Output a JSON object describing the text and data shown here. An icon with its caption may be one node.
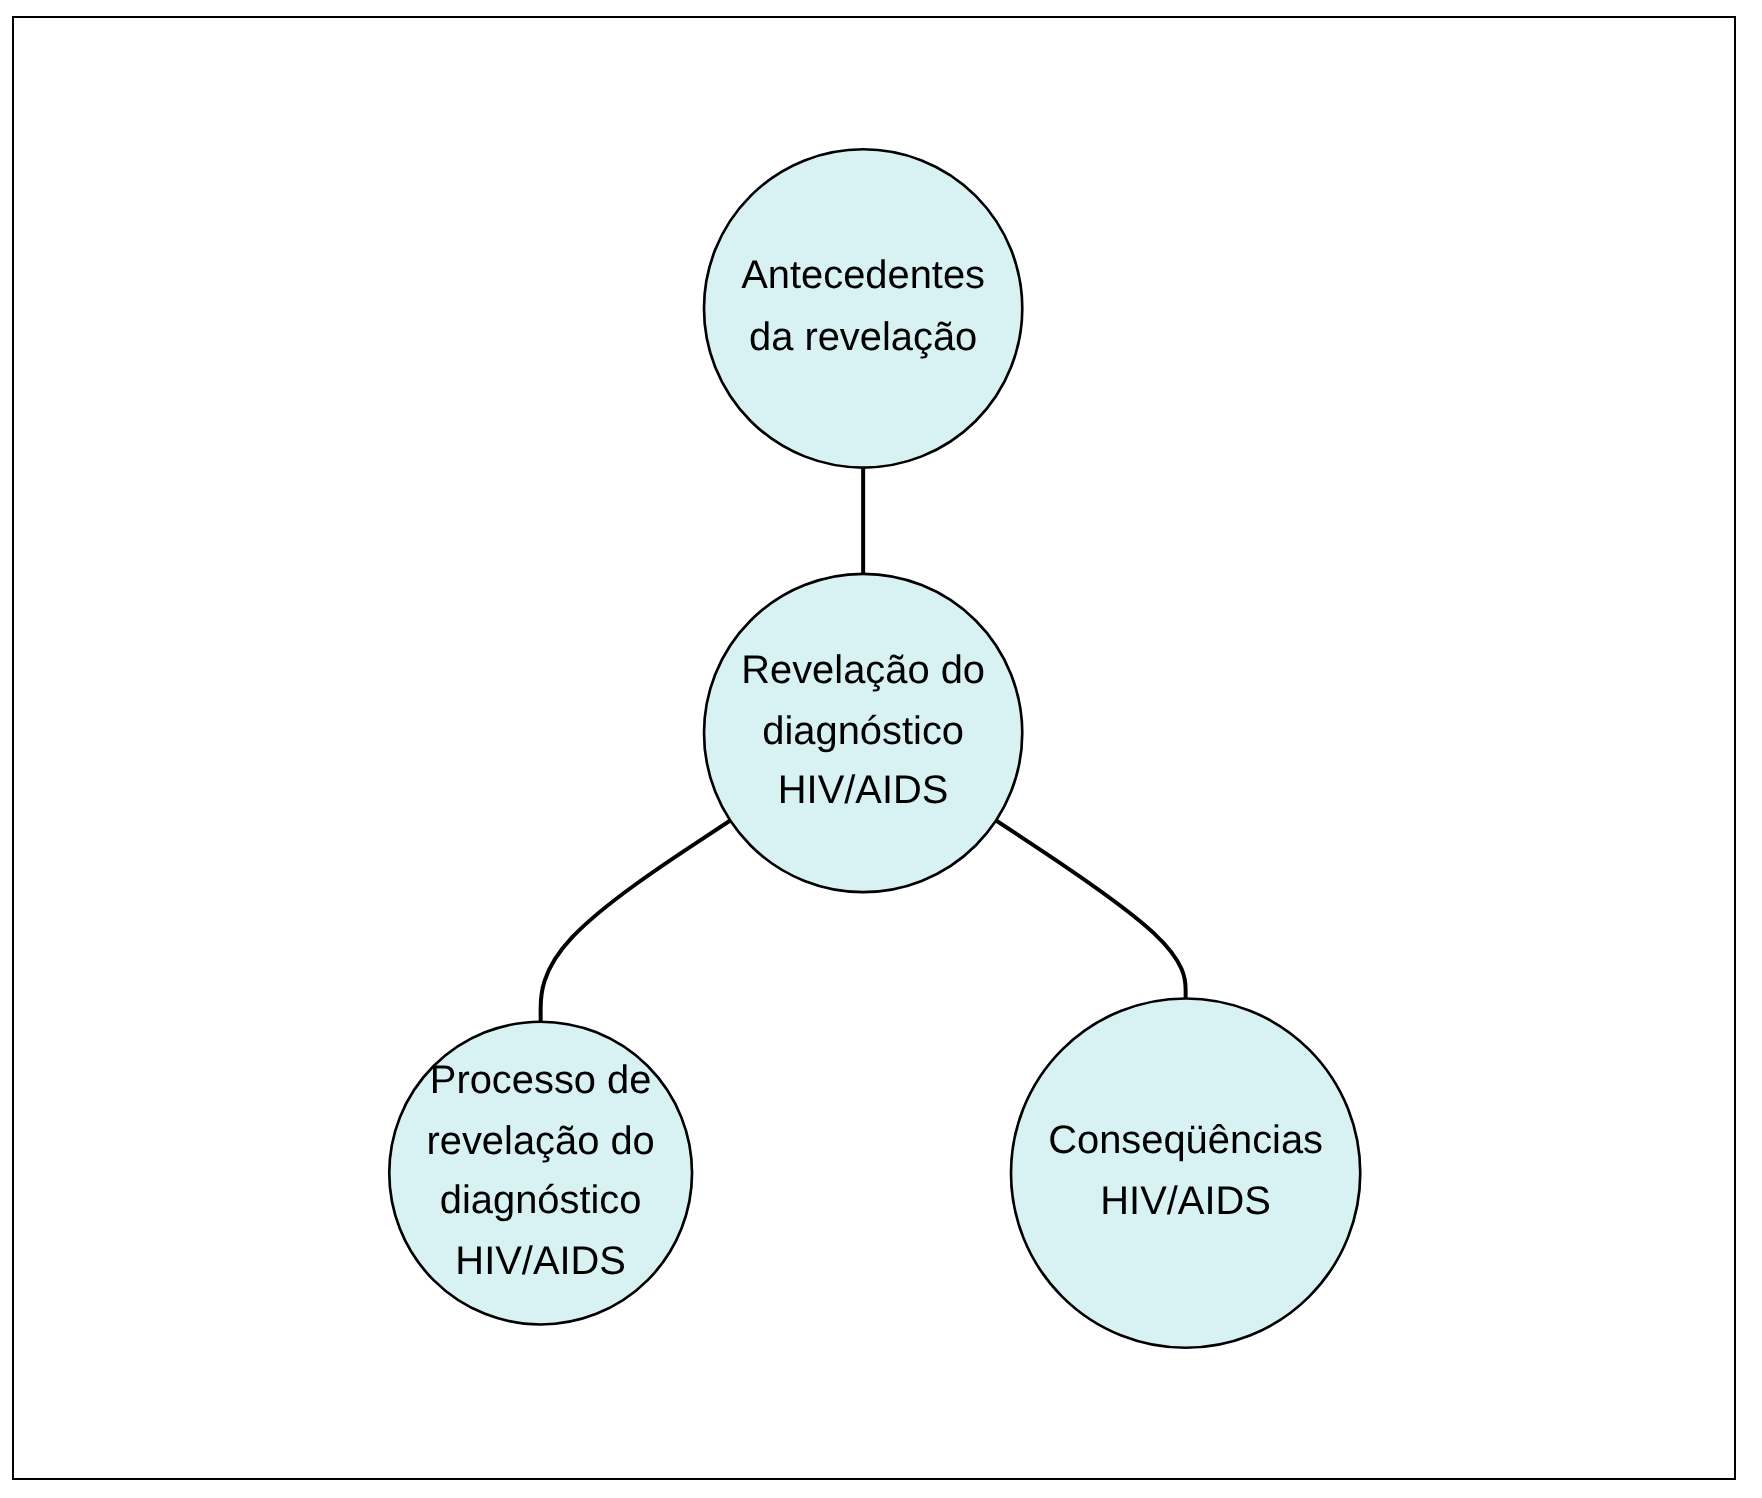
{
  "diagram": {
    "nodes": [
      {
        "text": [
          "Antecedentes da revelação"
        ]
      },
      {
        "text": [
          "Revelação do diagnóstico HIV/AIDS"
        ]
      },
      {
        "text": [
          "Processo de revelação do diagnóstico HIV/AIDS"
        ]
      },
      {
        "text": [
          "Conseqüências HIV/AIDS"
        ]
      }
    ],
    "edges": [
      {
        "from": 0,
        "to": 1,
        "arrow": "none"
      },
      {
        "from": 1,
        "to": 2,
        "arrow": "none"
      },
      {
        "from": 1,
        "to": 3,
        "arrow": "none"
      }
    ]
  }
}
